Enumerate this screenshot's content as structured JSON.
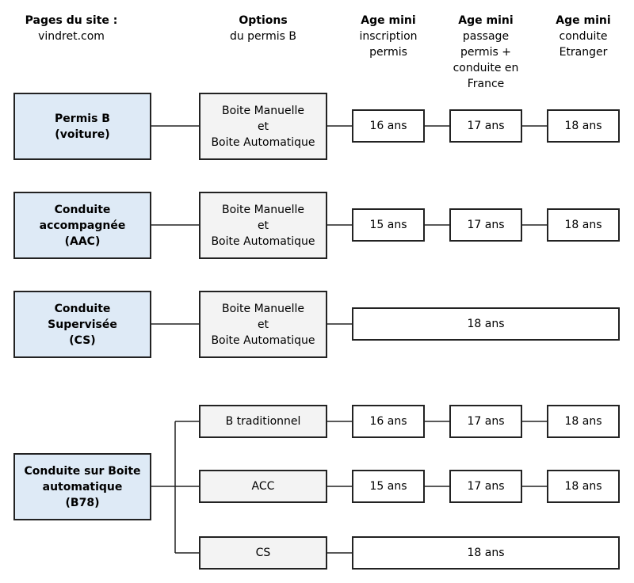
{
  "headers": {
    "pages": {
      "line1": "Pages du site :",
      "line2": "vindret.com"
    },
    "options": {
      "line1": "Options",
      "line2": "du permis B"
    },
    "inscription": {
      "line1": "Age mini",
      "line2": "inscription",
      "line3": "permis"
    },
    "passage": {
      "line1": "Age mini",
      "line2": "passage",
      "line3": "permis +",
      "line4": "conduite en",
      "line5": "France"
    },
    "etranger": {
      "line1": "Age mini",
      "line2": "conduite",
      "line3": "Etranger"
    }
  },
  "rows": [
    {
      "category": {
        "line1": "Permis B",
        "line2": "(voiture)"
      },
      "option": {
        "line1": "Boite Manuelle",
        "line2": "et",
        "line3": "Boite Automatique"
      },
      "ages": [
        "16 ans",
        "17 ans",
        "18 ans"
      ]
    },
    {
      "category": {
        "line1": "Conduite",
        "line2": "accompagnée",
        "line3": "(AAC)"
      },
      "option": {
        "line1": "Boite Manuelle",
        "line2": "et",
        "line3": "Boite Automatique"
      },
      "ages": [
        "15 ans",
        "17 ans",
        "18 ans"
      ]
    },
    {
      "category": {
        "line1": "Conduite",
        "line2": "Supervisée",
        "line3": "(CS)"
      },
      "option": {
        "line1": "Boite Manuelle",
        "line2": "et",
        "line3": "Boite Automatique"
      },
      "age_merged": "18 ans"
    }
  ],
  "b78": {
    "category": {
      "line1": "Conduite sur Boite",
      "line2": "automatique",
      "line3": "(B78)"
    },
    "branches": [
      {
        "option": "B traditionnel",
        "ages": [
          "16 ans",
          "17 ans",
          "18 ans"
        ]
      },
      {
        "option": "ACC",
        "ages": [
          "15 ans",
          "17 ans",
          "18 ans"
        ]
      },
      {
        "option": "CS",
        "age_merged": "18 ans"
      }
    ]
  },
  "colors": {
    "category_fill": "#deeaf6",
    "option_fill": "#f3f3f3",
    "border": "#222222"
  }
}
